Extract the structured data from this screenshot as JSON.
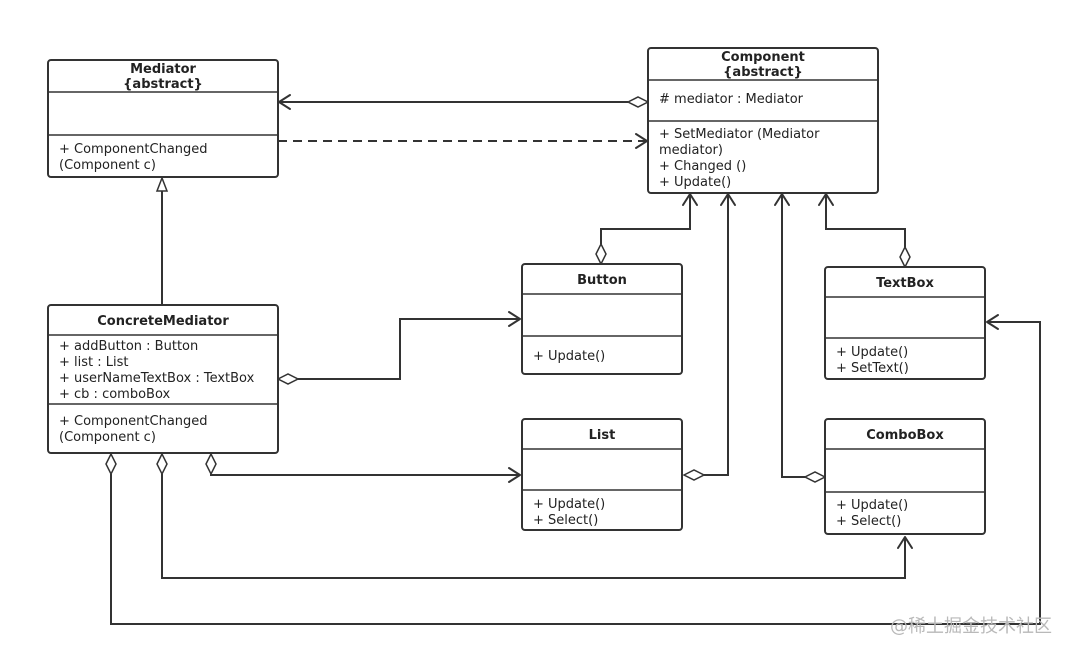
{
  "classes": {
    "mediator": {
      "title_lines": [
        "Mediator",
        "{abstract}"
      ],
      "attributes": [],
      "operations": [
        "+ ComponentChanged",
        "(Component c)"
      ]
    },
    "component": {
      "title_lines": [
        "Component",
        "{abstract}"
      ],
      "attributes": [
        "# mediator : Mediator"
      ],
      "operations": [
        "+ SetMediator (Mediator",
        "mediator)",
        "+ Changed ()",
        "+ Update()"
      ]
    },
    "concrete_mediator": {
      "title_lines": [
        "ConcreteMediator"
      ],
      "attributes": [
        "+ addButton : Button",
        "+ list : List",
        "+ userNameTextBox : TextBox",
        "+ cb : comboBox"
      ],
      "operations": [
        "+ ComponentChanged",
        "(Component c)"
      ]
    },
    "button": {
      "title_lines": [
        "Button"
      ],
      "attributes": [],
      "operations": [
        "+ Update()"
      ]
    },
    "list": {
      "title_lines": [
        "List"
      ],
      "attributes": [],
      "operations": [
        "+ Update()",
        "+ Select()"
      ]
    },
    "textbox": {
      "title_lines": [
        "TextBox"
      ],
      "attributes": [],
      "operations": [
        "+ Update()",
        "+ SetText()"
      ]
    },
    "combobox": {
      "title_lines": [
        "ComboBox"
      ],
      "attributes": [],
      "operations": [
        "+ Update()",
        "+ Select()"
      ]
    }
  },
  "watermark": "@稀土掘金技术社区"
}
